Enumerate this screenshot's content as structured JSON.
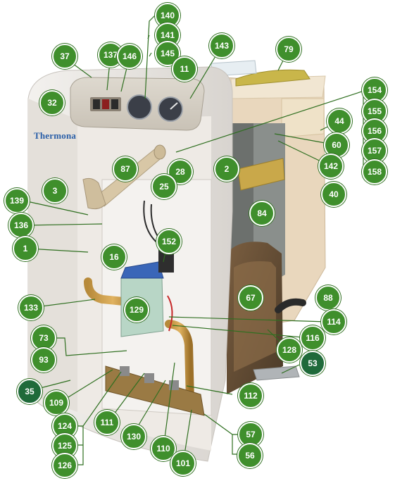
{
  "brand": "Thermona",
  "colors": {
    "callout": "#3f8f2c",
    "callout_alt": "#1f6a3a",
    "leader": "#2f6f20"
  },
  "callouts": [
    {
      "label": "140"
    },
    {
      "label": "141"
    },
    {
      "label": "145"
    },
    {
      "label": "143"
    },
    {
      "label": "79"
    },
    {
      "label": "37"
    },
    {
      "label": "137"
    },
    {
      "label": "146"
    },
    {
      "label": "11"
    },
    {
      "label": "154"
    },
    {
      "label": "32"
    },
    {
      "label": "155"
    },
    {
      "label": "44"
    },
    {
      "label": "156"
    },
    {
      "label": "60"
    },
    {
      "label": "157"
    },
    {
      "label": "142"
    },
    {
      "label": "158"
    },
    {
      "label": "87"
    },
    {
      "label": "28"
    },
    {
      "label": "2"
    },
    {
      "label": "25"
    },
    {
      "label": "3"
    },
    {
      "label": "40"
    },
    {
      "label": "139"
    },
    {
      "label": "84"
    },
    {
      "label": "136"
    },
    {
      "label": "152"
    },
    {
      "label": "1"
    },
    {
      "label": "16"
    },
    {
      "label": "67"
    },
    {
      "label": "88"
    },
    {
      "label": "133"
    },
    {
      "label": "129"
    },
    {
      "label": "114"
    },
    {
      "label": "73"
    },
    {
      "label": "116"
    },
    {
      "label": "128"
    },
    {
      "label": "93"
    },
    {
      "label": "53"
    },
    {
      "label": "35"
    },
    {
      "label": "109"
    },
    {
      "label": "112"
    },
    {
      "label": "124"
    },
    {
      "label": "111"
    },
    {
      "label": "57"
    },
    {
      "label": "125"
    },
    {
      "label": "130"
    },
    {
      "label": "110"
    },
    {
      "label": "126"
    },
    {
      "label": "101"
    },
    {
      "label": "56"
    }
  ]
}
